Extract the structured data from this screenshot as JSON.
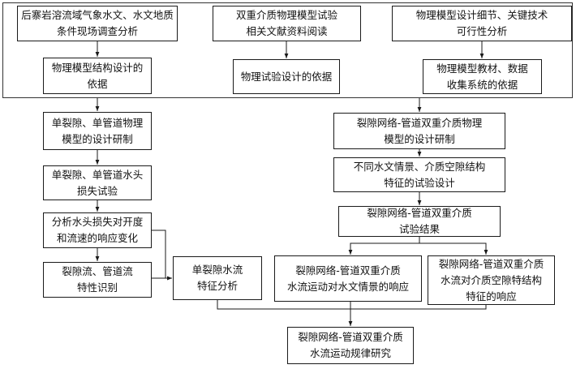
{
  "diagram": {
    "nodes": [
      {
        "id": "n1",
        "lines": [
          "后寨岩溶流域气象水文、水文地质",
          "条件现场调查分析"
        ]
      },
      {
        "id": "n2",
        "lines": [
          "双重介质物理模型试验",
          "相关文献资料阅读"
        ]
      },
      {
        "id": "n3",
        "lines": [
          "物理模型设计细节、关键技术",
          "可行性分析"
        ]
      },
      {
        "id": "n4",
        "lines": [
          "物理模型结构设计的",
          "依据"
        ]
      },
      {
        "id": "n5",
        "lines": [
          "物理试验设计的依据"
        ]
      },
      {
        "id": "n6",
        "lines": [
          "物理模型教材、数据",
          "收集系统的依据"
        ]
      },
      {
        "id": "n7",
        "lines": [
          "单裂隙、单管道物理",
          "模型的设计研制"
        ]
      },
      {
        "id": "n8",
        "lines": [
          "裂隙网络-管道双重介质物理",
          "模型的设计研制"
        ]
      },
      {
        "id": "n9",
        "lines": [
          "单裂隙、单管道水头",
          "损失试验"
        ]
      },
      {
        "id": "n10",
        "lines": [
          "不同水文情景、介质空隙结构",
          "特征的试验设计"
        ]
      },
      {
        "id": "n11",
        "lines": [
          "分析水头损失对开度",
          "和流速的响应变化"
        ]
      },
      {
        "id": "n12",
        "lines": [
          "裂隙网络-管道双重介质",
          "试验结果"
        ]
      },
      {
        "id": "n13",
        "lines": [
          "裂隙流、管道流",
          "特性识别"
        ]
      },
      {
        "id": "n14",
        "lines": [
          "单裂隙水流",
          "特征分析"
        ]
      },
      {
        "id": "n15",
        "lines": [
          "裂隙网络-管道双重介质",
          "水流运动对水文情景的响应"
        ]
      },
      {
        "id": "n16",
        "lines": [
          "裂隙网络-管道双重介质",
          "水流对介质空隙特结构",
          "特征的响应"
        ]
      },
      {
        "id": "n17",
        "lines": [
          "裂隙网络-管道双重介质",
          "水流运动规律研究"
        ]
      }
    ],
    "colors": {
      "line": "#1a1a1a",
      "frame": "#333333",
      "text": "#111111",
      "background": "#ffffff"
    }
  }
}
